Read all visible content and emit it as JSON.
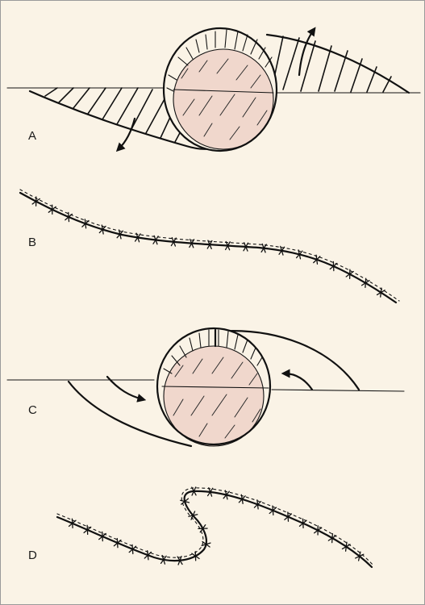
{
  "panels": [
    {
      "id": "A",
      "label": "A",
      "icon": "defect-with-rotation-flaps"
    },
    {
      "id": "B",
      "label": "B",
      "icon": "closed-s-shaped-suture-line"
    },
    {
      "id": "C",
      "label": "C",
      "icon": "defect-with-advancement-flaps"
    },
    {
      "id": "D",
      "label": "D",
      "icon": "closed-z-shaped-suture-line"
    }
  ],
  "colors": {
    "background": "#faf3e6",
    "defect_fill": "#f0d7cc",
    "ink": "#111111",
    "border": "#9a9a9a"
  }
}
